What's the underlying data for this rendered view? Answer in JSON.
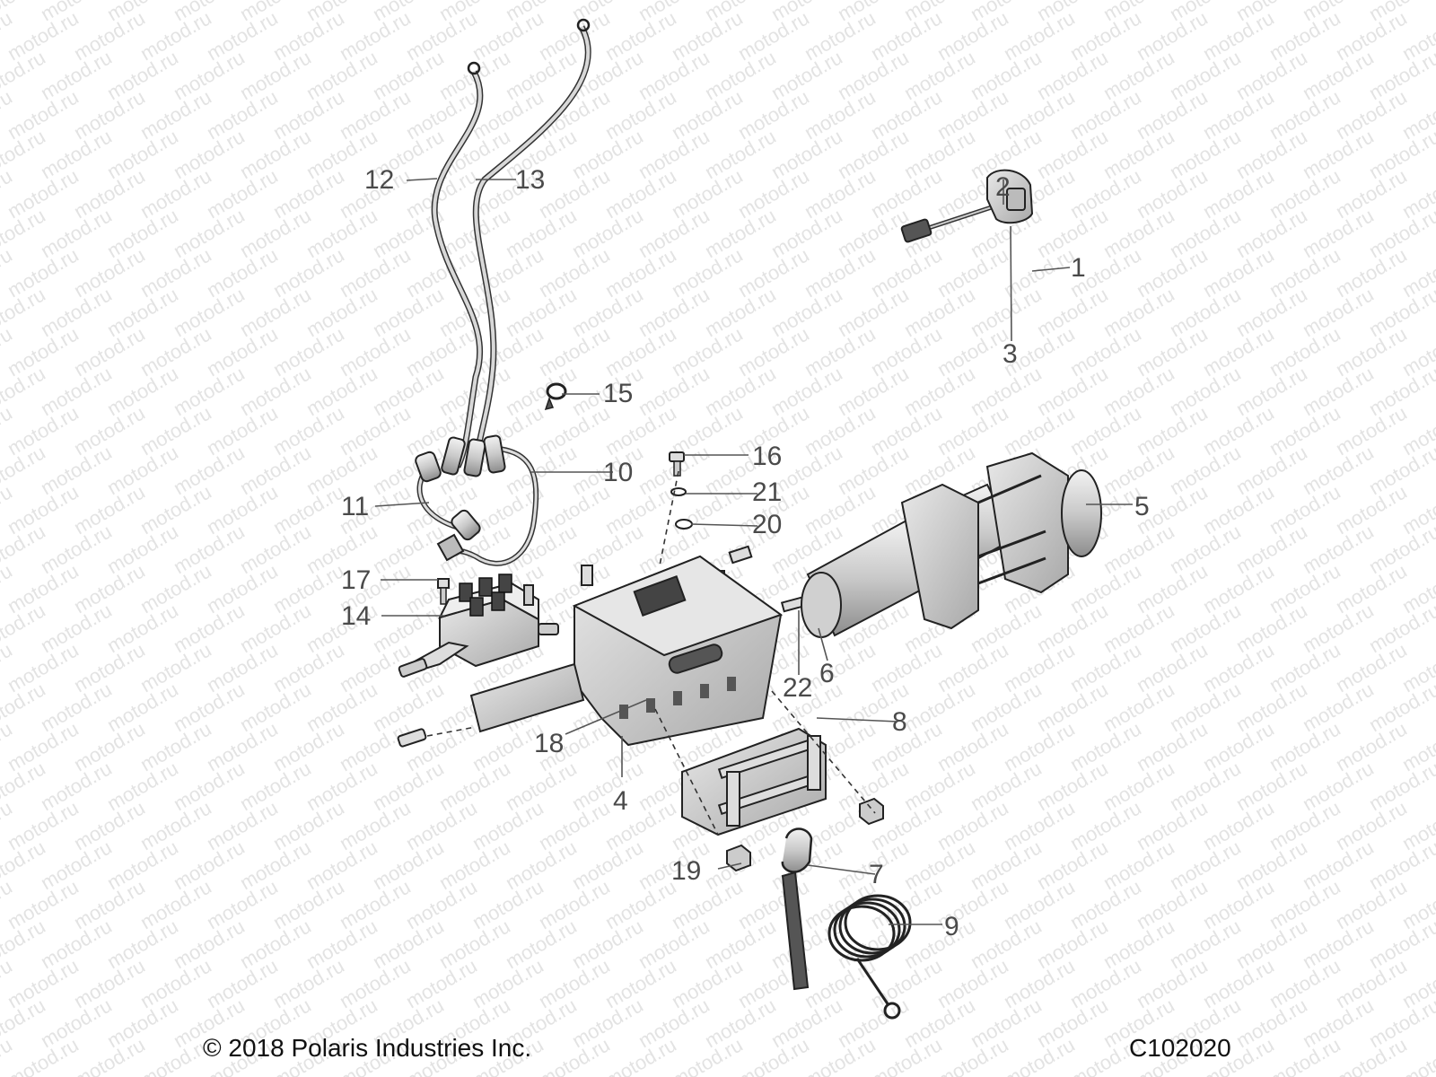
{
  "watermark": "motod.ru",
  "callouts": [
    "1",
    "2",
    "3",
    "4",
    "5",
    "6",
    "7",
    "8",
    "9",
    "10",
    "11",
    "12",
    "13",
    "14",
    "15",
    "16",
    "17",
    "18",
    "19",
    "20",
    "21",
    "22"
  ],
  "footer": {
    "copyright": "© 2018 Polaris Industries Inc.",
    "drawing_number": "C102020"
  }
}
